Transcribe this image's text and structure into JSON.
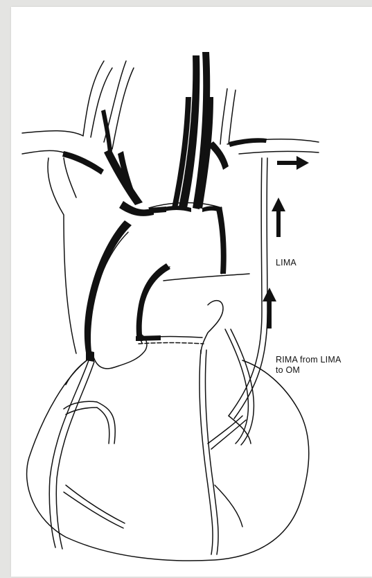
{
  "diagram": {
    "labels": {
      "lima": "LIMA",
      "rima_line1": "RIMA from LIMA",
      "rima_line2": "to OM"
    },
    "colors": {
      "background": "#e4e4e2",
      "panel": "#ffffff",
      "ink": "#111111"
    }
  }
}
